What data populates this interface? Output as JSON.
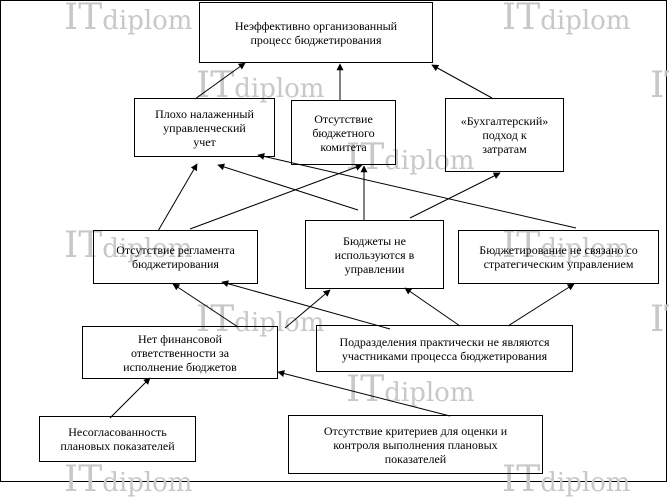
{
  "watermark": {
    "brand": "IT",
    "suffix": "diplom"
  },
  "nodes": {
    "root": "Неэффективно организованный\nпроцесс бюджетирования",
    "poor_accounting": "Плохо налаженный\nуправленческий\nучет",
    "no_committee": "Отсутствие\nбюджетного\nкомитета",
    "accounting_approach": "«Бухгалтерский»\nподход к\nзатратам",
    "no_regulation": "Отсутствие регламента\nбюджетирования",
    "budgets_not_used": "Бюджеты не\nиспользуются в\nуправлении",
    "not_linked_strategy": "Бюджетирование не связано со\nстратегическим управлением",
    "no_responsibility": "Нет финансовой\nответственности за\nисполнение бюджетов",
    "units_not_participants": "Подразделения практически не являются\nучастниками процесса бюджетирования",
    "inconsistent_targets": "Несогласованность\nплановых показателей",
    "no_criteria": "Отсутствие критериев для оценки и\nконтроля выполнения плановых\nпоказателей"
  }
}
